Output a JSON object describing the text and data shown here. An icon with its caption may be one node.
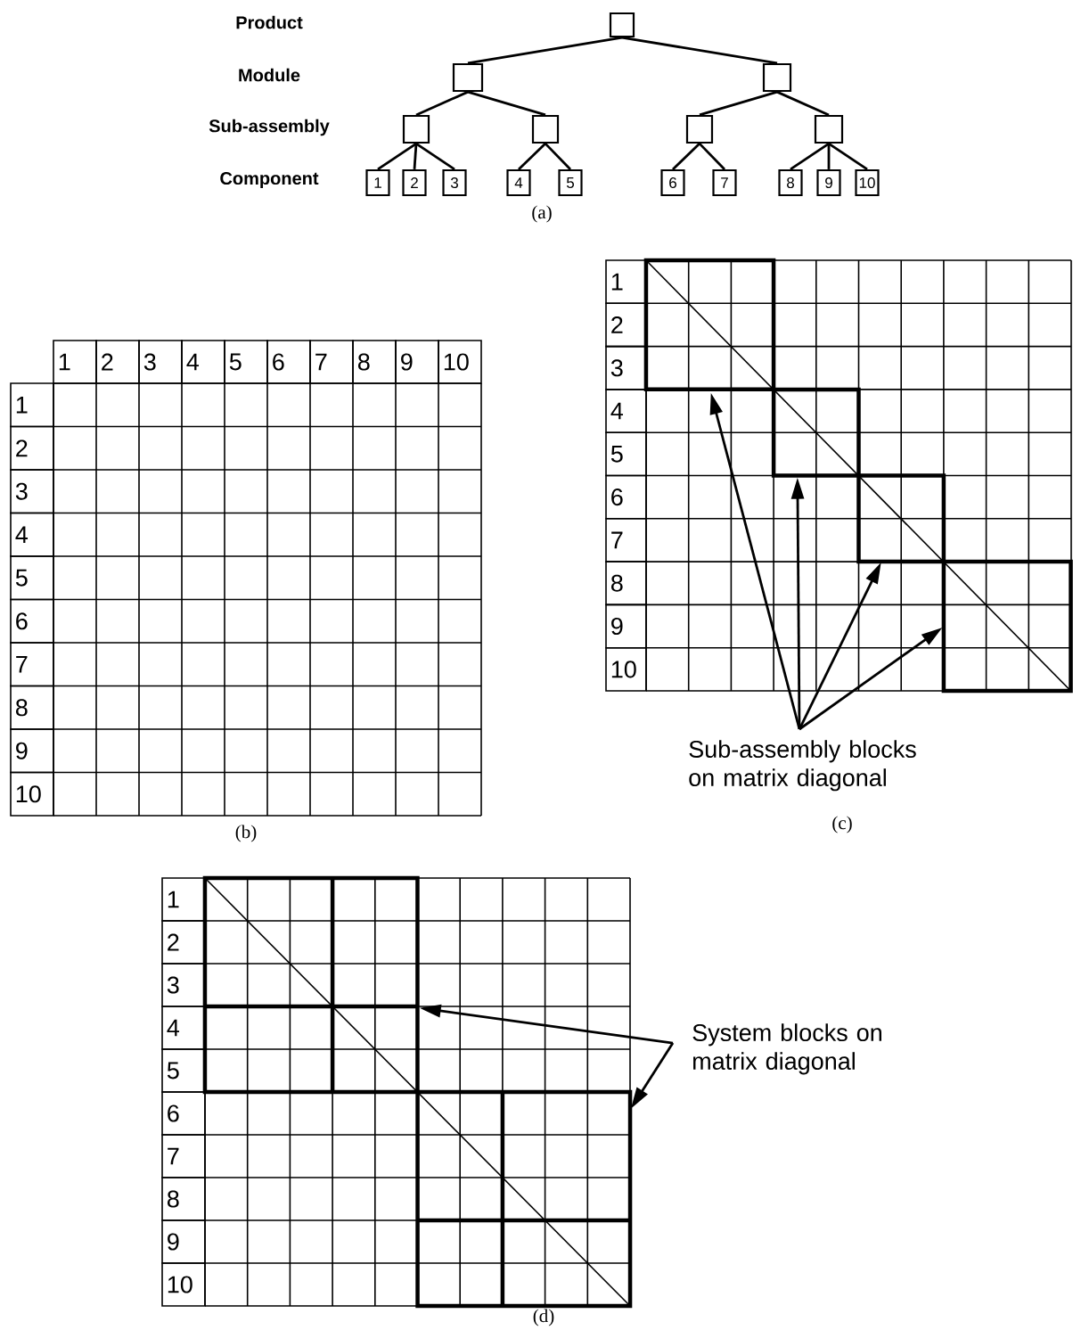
{
  "diagram": {
    "nodes": [
      {
        "text": [],
        "shape": "box"
      },
      {
        "text": [],
        "shape": "box"
      },
      {
        "text": [],
        "shape": "box"
      },
      {
        "text": [],
        "shape": "box"
      },
      {
        "text": [],
        "shape": "box"
      },
      {
        "text": [],
        "shape": "box"
      },
      {
        "text": [],
        "shape": "box"
      },
      {
        "text": [
          "1"
        ]
      },
      {
        "text": [
          "2"
        ]
      },
      {
        "text": [
          "3"
        ]
      },
      {
        "text": [
          "4"
        ]
      },
      {
        "text": [
          "5"
        ]
      },
      {
        "text": [
          "6"
        ]
      },
      {
        "text": [
          "7"
        ]
      },
      {
        "text": [
          "8"
        ]
      },
      {
        "text": [
          "9"
        ]
      },
      {
        "text": [
          "10"
        ]
      },
      {
        "text": [
          "Sub-assembly blocks on matrix diagonal"
        ]
      },
      {
        "text": [
          "System blocks on matrix diagonal"
        ]
      },
      {
        "text": [],
        "shape": "box"
      },
      {
        "text": [],
        "shape": "box"
      },
      {
        "text": [],
        "shape": "box"
      },
      {
        "text": [],
        "shape": "box"
      },
      {
        "text": [],
        "shape": "box"
      },
      {
        "text": [],
        "shape": "box"
      }
    ],
    "edges": [
      {
        "from": 0,
        "to": 1,
        "arrow": "none"
      },
      {
        "from": 0,
        "to": 2,
        "arrow": "none"
      },
      {
        "from": 1,
        "to": 3,
        "arrow": "none"
      },
      {
        "from": 1,
        "to": 4,
        "arrow": "none"
      },
      {
        "from": 2,
        "to": 5,
        "arrow": "none"
      },
      {
        "from": 2,
        "to": 6,
        "arrow": "none"
      },
      {
        "from": 3,
        "to": 7,
        "arrow": "none"
      },
      {
        "from": 3,
        "to": 8,
        "arrow": "none"
      },
      {
        "from": 3,
        "to": 9,
        "arrow": "none"
      },
      {
        "from": 4,
        "to": 10,
        "arrow": "none"
      },
      {
        "from": 4,
        "to": 11,
        "arrow": "none"
      },
      {
        "from": 5,
        "to": 12,
        "arrow": "none"
      },
      {
        "from": 5,
        "to": 13,
        "arrow": "none"
      },
      {
        "from": 6,
        "to": 14,
        "arrow": "none"
      },
      {
        "from": 6,
        "to": 15,
        "arrow": "none"
      },
      {
        "from": 6,
        "to": 16,
        "arrow": "none"
      },
      {
        "from": 17,
        "to": 19,
        "arrow": "to"
      },
      {
        "from": 17,
        "to": 20,
        "arrow": "to"
      },
      {
        "from": 17,
        "to": 21,
        "arrow": "to"
      },
      {
        "from": 17,
        "to": 22,
        "arrow": "to"
      },
      {
        "from": 18,
        "to": 23,
        "arrow": "to"
      },
      {
        "from": 18,
        "to": 24,
        "arrow": "to"
      }
    ],
    "labels": [
      "Product",
      "Module",
      "Sub-assembly",
      "Component",
      "(a)",
      "1",
      "2",
      "3",
      "4",
      "5",
      "6",
      "7",
      "8",
      "9",
      "10",
      "1",
      "2",
      "3",
      "4",
      "5",
      "6",
      "7",
      "8",
      "9",
      "10",
      "(b)",
      "1",
      "2",
      "3",
      "4",
      "5",
      "6",
      "7",
      "8",
      "9",
      "10",
      "(c)",
      "1",
      "2",
      "3",
      "4",
      "5",
      "6",
      "7",
      "8",
      "9",
      "10",
      "(d)"
    ]
  }
}
